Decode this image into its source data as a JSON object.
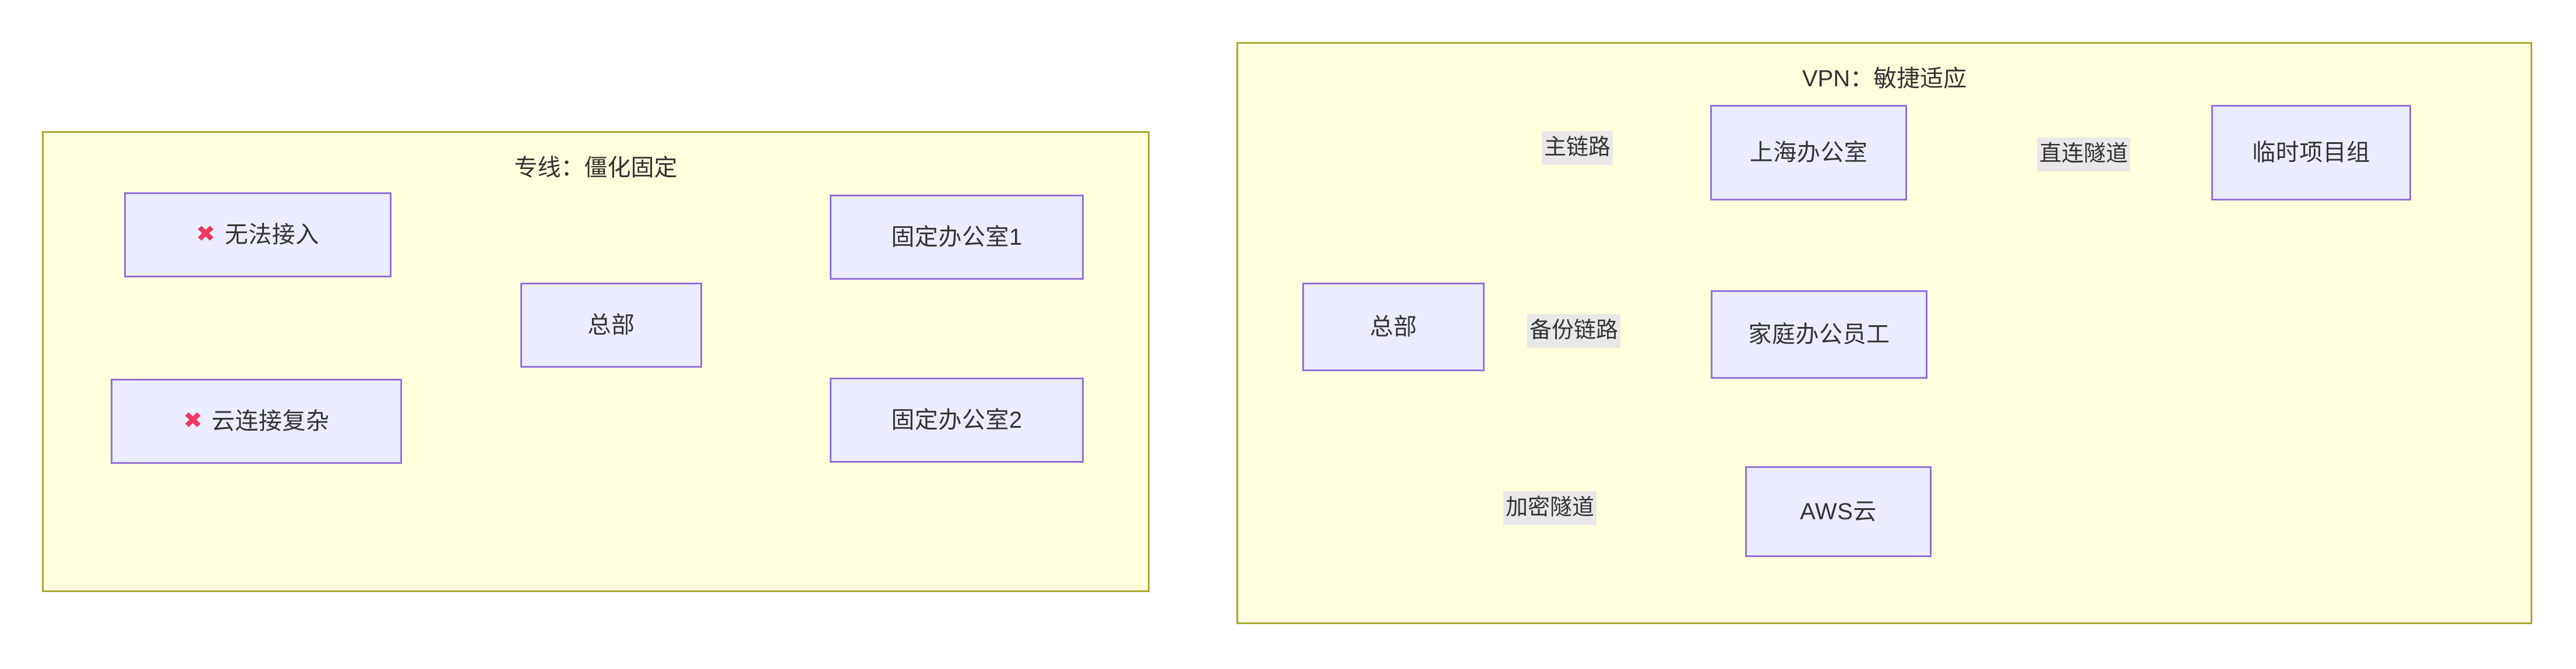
{
  "diagram": {
    "type": "network-topology-comparison",
    "background_color": "#ffffff",
    "cluster_fill": "#ffffde",
    "cluster_border": "#aaaa33",
    "node_fill": "#ececff",
    "node_border": "#9370db",
    "edge_color": "#333333",
    "edge_label_bg": "#e8e8e8",
    "error_mark_color": "#f2355f"
  },
  "left_cluster": {
    "title": "专线：僵化固定",
    "nodes": [
      {
        "id": "no-access",
        "label": "无法接入",
        "has_error_mark": true,
        "mark": "✖"
      },
      {
        "id": "cloud-complex",
        "label": "云连接复杂",
        "has_error_mark": true,
        "mark": "✖"
      },
      {
        "id": "hq-left",
        "label": "总部",
        "has_error_mark": false,
        "mark": ""
      },
      {
        "id": "fixed-office-1",
        "label": "固定办公室1",
        "has_error_mark": false,
        "mark": ""
      },
      {
        "id": "fixed-office-2",
        "label": "固定办公室2",
        "has_error_mark": false,
        "mark": ""
      }
    ],
    "edges": [
      {
        "from": "no-access",
        "to": "hq-left",
        "label": "",
        "arrow": false
      },
      {
        "from": "cloud-complex",
        "to": "hq-left",
        "label": "",
        "arrow": false
      },
      {
        "from": "hq-left",
        "to": "fixed-office-1",
        "label": "",
        "arrow": false
      },
      {
        "from": "hq-left",
        "to": "fixed-office-2",
        "label": "",
        "arrow": false
      }
    ]
  },
  "right_cluster": {
    "title": "VPN：敏捷适应",
    "nodes": [
      {
        "id": "hq-right",
        "label": "总部",
        "has_error_mark": false,
        "mark": ""
      },
      {
        "id": "shanghai",
        "label": "上海办公室",
        "has_error_mark": false,
        "mark": ""
      },
      {
        "id": "temp-project",
        "label": "临时项目组",
        "has_error_mark": false,
        "mark": ""
      },
      {
        "id": "home-worker",
        "label": "家庭办公员工",
        "has_error_mark": false,
        "mark": ""
      },
      {
        "id": "aws-cloud",
        "label": "AWS云",
        "has_error_mark": false,
        "mark": ""
      }
    ],
    "edges": [
      {
        "from": "hq-right",
        "to": "shanghai",
        "label": "主链路",
        "arrow": true
      },
      {
        "from": "shanghai",
        "to": "temp-project",
        "label": "直连隧道",
        "arrow": true
      },
      {
        "from": "hq-right",
        "to": "home-worker",
        "label": "备份链路",
        "arrow": true
      },
      {
        "from": "hq-right",
        "to": "aws-cloud",
        "label": "加密隧道",
        "arrow": true
      }
    ]
  }
}
